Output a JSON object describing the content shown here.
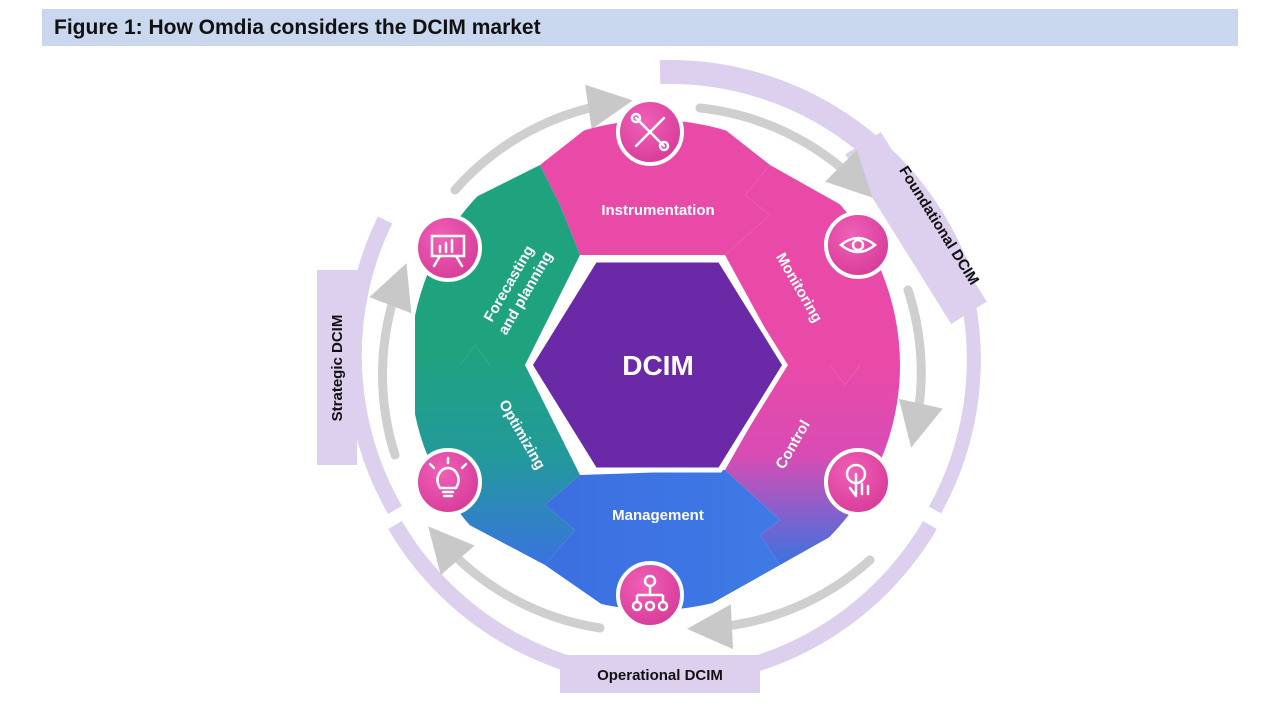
{
  "figure": {
    "title": "Figure 1: How Omdia considers the DCIM market"
  },
  "center": {
    "label": "DCIM"
  },
  "segments": {
    "instrumentation": "Instrumentation",
    "monitoring": "Monitoring",
    "control": "Control",
    "management": "Management",
    "optimizing": "Optimizing",
    "forecasting_line1": "Forecasting",
    "forecasting_line2": "and planning"
  },
  "groups": {
    "foundational": "Foundational DCIM",
    "operational": "Operational DCIM",
    "strategic": "Strategic DCIM"
  },
  "icons": [
    "tools-icon",
    "eye-icon",
    "touch-icon",
    "org-chart-icon",
    "lightbulb-gear-icon",
    "presentation-chart-icon"
  ],
  "colors": {
    "pink": "#e94aa8",
    "green": "#1fa37e",
    "blue": "#3a73e0",
    "purple": "#6a2aa8",
    "lavender": "#ddd0ef",
    "arrow_gray": "#cfcfcf",
    "title_bar": "#c9d7ef"
  }
}
